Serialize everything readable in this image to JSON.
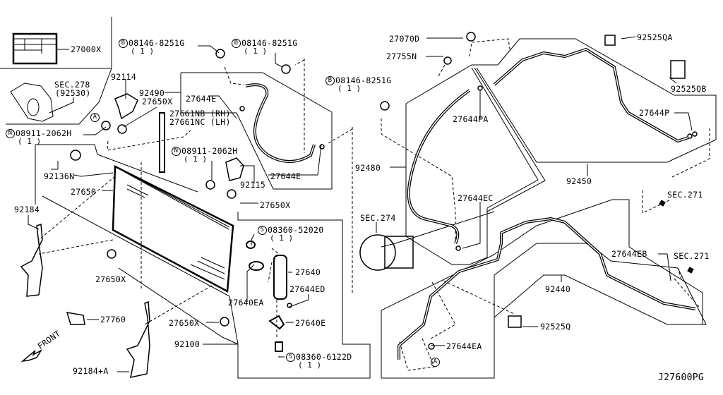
{
  "diagram_code": "J27600PG",
  "front_label": "FRONT",
  "qty_one": "( 1 )",
  "symbols": {
    "bolt": "B",
    "nut": "N",
    "screw": "S",
    "ref_a": "A"
  },
  "parts": {
    "p27000X": "27000X",
    "sec278": "SEC.278",
    "sec278_sub": "(92530)",
    "p92114": "92114",
    "p92490": "92490",
    "p27650X_a": "27650X",
    "p27644E_a": "27644E",
    "p27661NB": "27661NB (RH)",
    "p27661NC": "27661NC (LH)",
    "p08911_a": "08911-2062H",
    "p08911_b": "08911-2062H",
    "p08146_a": "08146-8251G",
    "p08146_b": "08146-8251G",
    "p08146_c": "08146-8251G",
    "p92136N": "92136N",
    "p27650": "27650",
    "p92115": "92115",
    "p27644E_b": "27644E",
    "p27650X_b": "27650X",
    "p92184": "92184",
    "p08360_52020": "08360-52020",
    "p27640": "27640",
    "p27644ED": "27644ED",
    "p27640EA": "27640EA",
    "p27640E": "27640E",
    "p27650X_c": "27650X",
    "p27650X_d": "27650X",
    "p27760": "27760",
    "p92100": "92100",
    "p08360_6122D": "08360-6122D",
    "p92184A": "92184+A",
    "p27070D": "27070D",
    "p27755N": "27755N",
    "p92525QA": "92525QA",
    "p92525QB": "92525QB",
    "p27644P": "27644P",
    "p27644PA": "27644PA",
    "p92480": "92480",
    "p27644EC": "27644EC",
    "p92450": "92450",
    "sec271_a": "SEC.271",
    "sec274": "SEC.274",
    "p27644EB": "27644EB",
    "sec271_b": "SEC.271",
    "p92440": "92440",
    "p92525Q": "92525Q",
    "p27644EA": "27644EA"
  }
}
